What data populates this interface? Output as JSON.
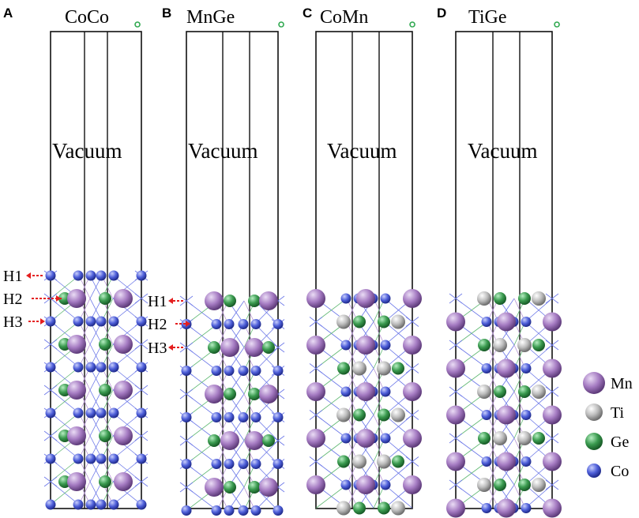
{
  "panels": [
    {
      "letter": "A",
      "title": "CoCo",
      "vacuum": "Vacuum",
      "markers": [
        "H1",
        "H2",
        "H3"
      ]
    },
    {
      "letter": "B",
      "title": "MnGe",
      "vacuum": "Vacuum",
      "markers": [
        "H1",
        "H2",
        "H3"
      ]
    },
    {
      "letter": "C",
      "title": "CoMn",
      "vacuum": "Vacuum",
      "markers": []
    },
    {
      "letter": "D",
      "title": "TiGe",
      "vacuum": "Vacuum",
      "markers": []
    }
  ],
  "legend": [
    {
      "symbol": "Mn",
      "label": "Mn",
      "color": "#a57bc2"
    },
    {
      "symbol": "Ti",
      "label": "Ti",
      "color": "#bcbcbc"
    },
    {
      "symbol": "Ge",
      "label": "Ge",
      "color": "#3a9a4f"
    },
    {
      "symbol": "Co",
      "label": "Co",
      "color": "#4e5fd9"
    }
  ],
  "colors": {
    "frame": "#111111",
    "arrow": "#e41e1e",
    "axis_marker": "#2fa84f",
    "bond_co": "#6b77e8",
    "bond_mn": "#b593d3",
    "bond_ge": "#5fb872"
  }
}
